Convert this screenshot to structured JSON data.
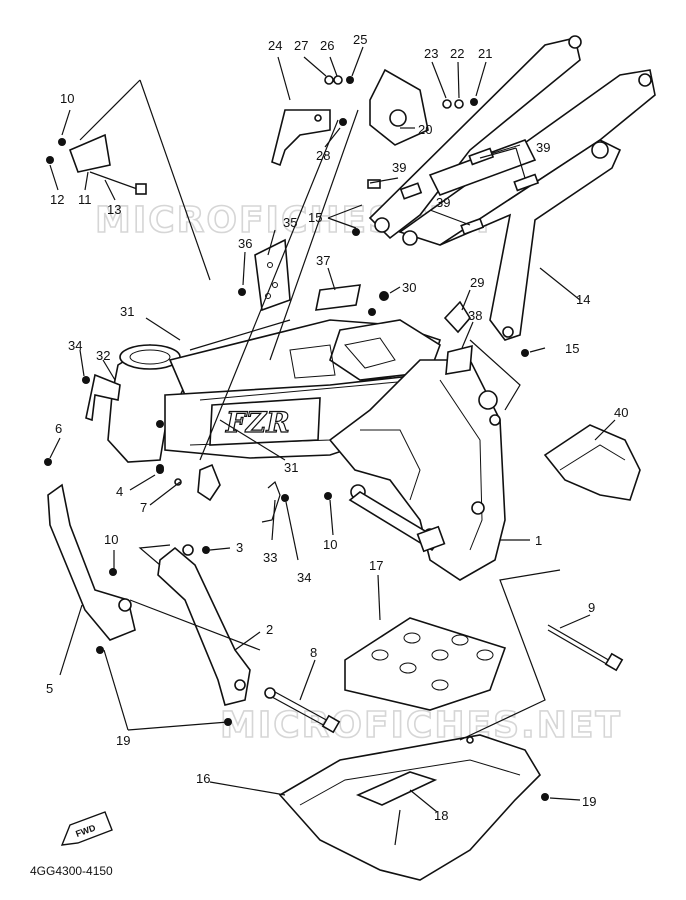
{
  "watermarks": [
    "MICROFICHES.NET",
    "MICROFICHES.NET"
  ],
  "diagram_code": "4GG4300-4150",
  "fwd_label": "FWD",
  "frame_logo": "FZR",
  "callouts": [
    {
      "id": "c24",
      "label": "24"
    },
    {
      "id": "c27",
      "label": "27"
    },
    {
      "id": "c26",
      "label": "26"
    },
    {
      "id": "c25",
      "label": "25"
    },
    {
      "id": "c23",
      "label": "23"
    },
    {
      "id": "c22",
      "label": "22"
    },
    {
      "id": "c21",
      "label": "21"
    },
    {
      "id": "c10a",
      "label": "10"
    },
    {
      "id": "c12",
      "label": "12"
    },
    {
      "id": "c11",
      "label": "11"
    },
    {
      "id": "c13",
      "label": "13"
    },
    {
      "id": "c20",
      "label": "20"
    },
    {
      "id": "c28",
      "label": "28"
    },
    {
      "id": "c39a",
      "label": "39"
    },
    {
      "id": "c39b",
      "label": "39"
    },
    {
      "id": "c39c",
      "label": "39"
    },
    {
      "id": "c15a",
      "label": "15"
    },
    {
      "id": "c35",
      "label": "35"
    },
    {
      "id": "c36",
      "label": "36"
    },
    {
      "id": "c37",
      "label": "37"
    },
    {
      "id": "c30",
      "label": "30"
    },
    {
      "id": "c29",
      "label": "29"
    },
    {
      "id": "c14",
      "label": "14"
    },
    {
      "id": "c31a",
      "label": "31"
    },
    {
      "id": "c38",
      "label": "38"
    },
    {
      "id": "c34a",
      "label": "34"
    },
    {
      "id": "c32",
      "label": "32"
    },
    {
      "id": "c15b",
      "label": "15"
    },
    {
      "id": "c40",
      "label": "40"
    },
    {
      "id": "c6",
      "label": "6"
    },
    {
      "id": "c31b",
      "label": "31"
    },
    {
      "id": "c4",
      "label": "4"
    },
    {
      "id": "c7",
      "label": "7"
    },
    {
      "id": "c10b",
      "label": "10"
    },
    {
      "id": "c1",
      "label": "1"
    },
    {
      "id": "c3",
      "label": "3"
    },
    {
      "id": "c33",
      "label": "33"
    },
    {
      "id": "c34b",
      "label": "34"
    },
    {
      "id": "c10c",
      "label": "10"
    },
    {
      "id": "c17",
      "label": "17"
    },
    {
      "id": "c9",
      "label": "9"
    },
    {
      "id": "c2",
      "label": "2"
    },
    {
      "id": "c8",
      "label": "8"
    },
    {
      "id": "c5",
      "label": "5"
    },
    {
      "id": "c19a",
      "label": "19"
    },
    {
      "id": "c16",
      "label": "16"
    },
    {
      "id": "c18",
      "label": "18"
    },
    {
      "id": "c19b",
      "label": "19"
    }
  ]
}
